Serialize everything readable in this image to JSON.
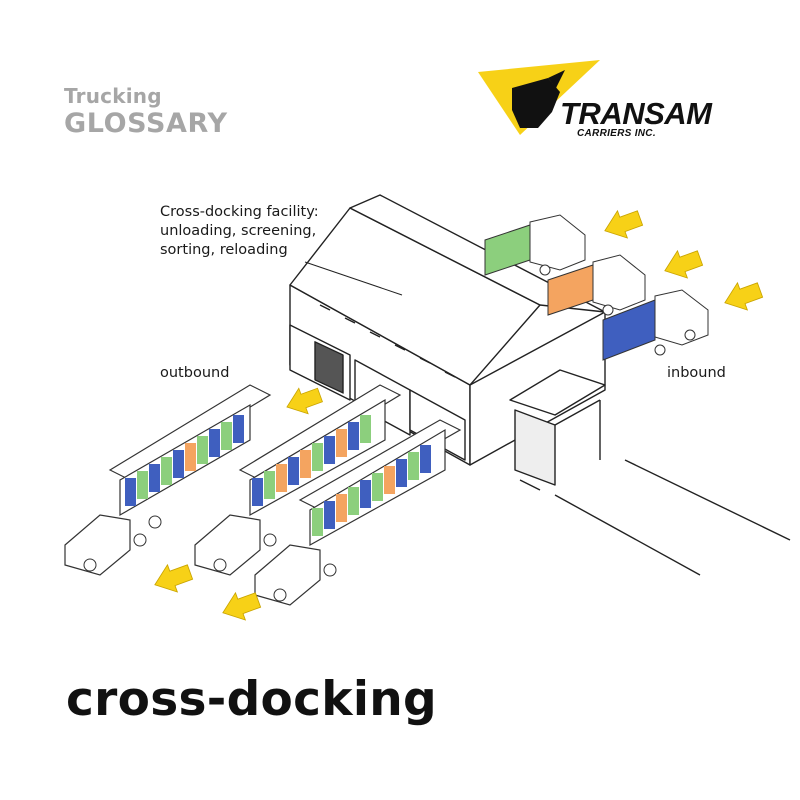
{
  "glossary": {
    "small": "Trucking",
    "big": "GLOSSARY"
  },
  "brand": {
    "name": "TRANSAM",
    "sub": "CARRIERS INC.",
    "accent": "#f7d117",
    "ink": "#111111"
  },
  "labels": {
    "facility": [
      "Cross-docking facility:",
      "unloading, screening,",
      "sorting, reloading"
    ],
    "outbound": "outbound",
    "inbound": "inbound"
  },
  "title": "cross-docking",
  "colors": {
    "green": "#8ccf7d",
    "orange": "#f4a460",
    "blue": "#3f5fbf",
    "arrow": "#f7d117"
  },
  "icons": [
    "bull-logo-icon",
    "arrow-icon",
    "truck-icon",
    "warehouse-icon"
  ]
}
